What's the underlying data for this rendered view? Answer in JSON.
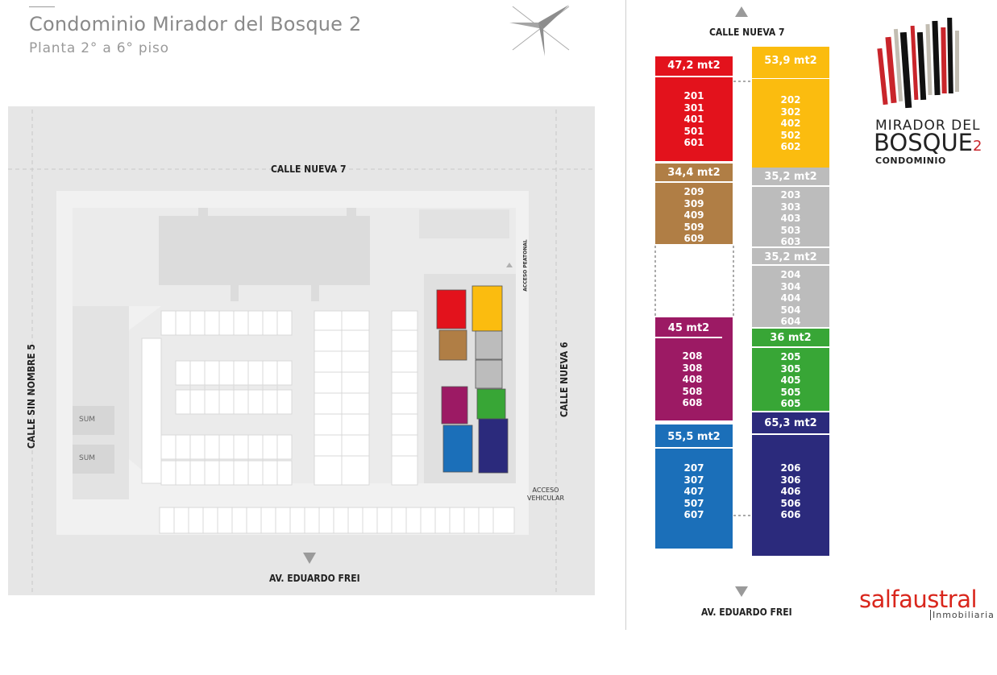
{
  "header": {
    "title": "Condominio Mirador del Bosque 2",
    "subtitle": "Planta 2° a 6° piso"
  },
  "site_plan": {
    "street_top": "CALLE NUEVA 7",
    "street_left": "CALLE SIN NOMBRE 5",
    "street_right": "CALLE NUEVA 6",
    "street_bottom": "AV. EDUARDO FREI",
    "acceso_peatonal": "ACCESO PEATONAL",
    "acceso_vehicular_line1": "ACCESO",
    "acceso_vehicular_line2": "VEHICULAR",
    "sum_1": "SUM",
    "sum_2": "SUM"
  },
  "floor_plan": {
    "street_top": "CALLE NUEVA 7",
    "street_bottom": "AV. EDUARDO FREI",
    "units": [
      {
        "area": "47,2 mt2",
        "numbers": "201\n301\n401\n501\n601",
        "color": "#e3121c"
      },
      {
        "area": "53,9 mt2",
        "numbers": "202\n302\n402\n502\n602",
        "color": "#fbbc0f"
      },
      {
        "area": "34,4 mt2",
        "numbers": "209\n309\n409\n509\n609",
        "color": "#b07e45"
      },
      {
        "area": "35,2 mt2",
        "numbers": "203\n303\n403\n503\n603",
        "color": "#bcbcbc"
      },
      {
        "area": "35,2 mt2",
        "numbers": "204\n304\n404\n504\n604",
        "color": "#bcbcbc"
      },
      {
        "area": "45 mt2",
        "numbers": "208\n308\n408\n508\n608",
        "color": "#9c1a64"
      },
      {
        "area": "36 mt2",
        "numbers": "205\n305\n405\n505\n605",
        "color": "#38a636"
      },
      {
        "area": "55,5 mt2",
        "numbers": "207\n307\n407\n507\n607",
        "color": "#1b6fb9"
      },
      {
        "area": "65,3 mt2",
        "numbers": "206\n306\n406\n506\n606",
        "color": "#2b2a7c"
      }
    ]
  },
  "logo": {
    "line1": "MIRADOR DEL",
    "line2": "BOSQUE",
    "suffix": "2",
    "line3": "CONDOMINIO"
  },
  "brand": {
    "name": "salfaustral",
    "tagline": "Inmobiliaria",
    "color": "#d9261c"
  }
}
